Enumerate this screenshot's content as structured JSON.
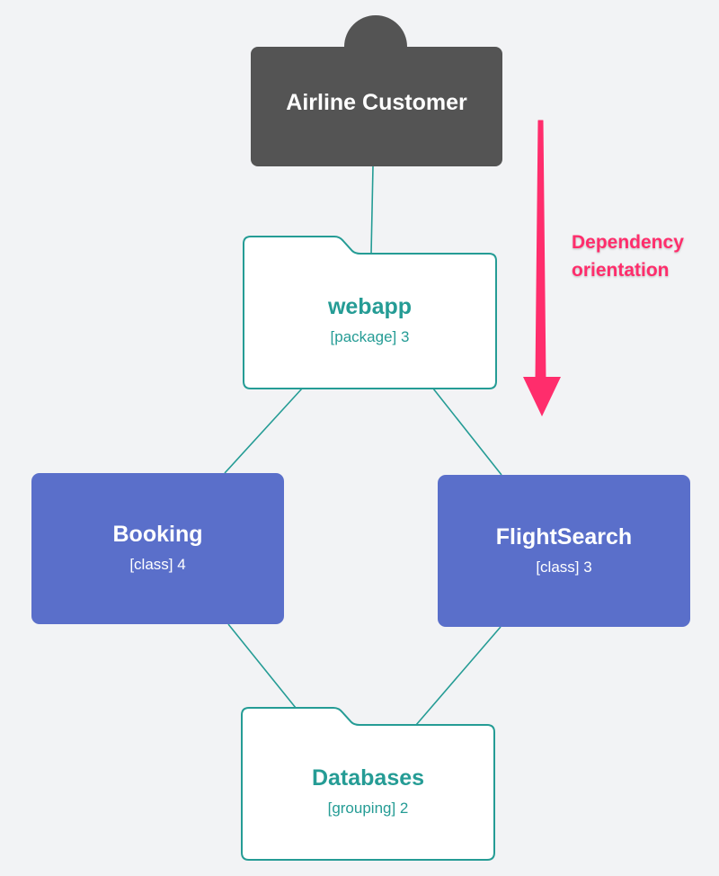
{
  "diagram": {
    "nodes": [
      {
        "id": "airline-customer",
        "title": "Airline Customer",
        "kind": "person",
        "subtitle": ""
      },
      {
        "id": "webapp",
        "title": "webapp",
        "kind": "package",
        "subtitle": "[package] 3"
      },
      {
        "id": "booking",
        "title": "Booking",
        "kind": "class",
        "subtitle": "[class] 4"
      },
      {
        "id": "flightsearch",
        "title": "FlightSearch",
        "kind": "class",
        "subtitle": "[class] 3"
      },
      {
        "id": "databases",
        "title": "Databases",
        "kind": "grouping",
        "subtitle": "[grouping] 2"
      }
    ],
    "edges": [
      {
        "from": "airline-customer",
        "to": "webapp"
      },
      {
        "from": "webapp",
        "to": "booking"
      },
      {
        "from": "webapp",
        "to": "flightsearch"
      },
      {
        "from": "booking",
        "to": "databases"
      },
      {
        "from": "flightsearch",
        "to": "databases"
      }
    ],
    "annotation": {
      "line1": "Dependency",
      "line2": "orientation",
      "direction": "top-to-bottom"
    },
    "colors": {
      "background": "#f2f3f5",
      "person_fill": "#545454",
      "class_fill": "#5a6fca",
      "container_stroke": "#259c95",
      "container_text": "#259c95",
      "edge": "#259c95",
      "annotation": "#ff2d6c"
    }
  }
}
